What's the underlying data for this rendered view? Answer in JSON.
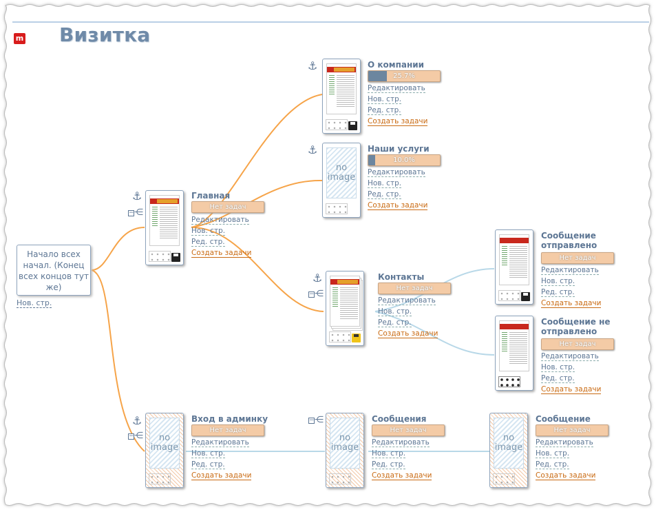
{
  "header": {
    "logo_glyph": "m",
    "title": "Визитка"
  },
  "root": {
    "text": "Начало всех начал. (Конец всех концов тут же)",
    "new_page": "Нов. стр."
  },
  "labels": {
    "edit": "Редактировать",
    "new_page": "Нов. стр.",
    "ed_page": "Ред. стр.",
    "create_tasks": "Создать задачи",
    "no_tasks": "Нет задач",
    "no_image_line1": "no",
    "no_image_line2": "image"
  },
  "nodes": {
    "glavnaya": {
      "title": "Главная",
      "status": "Нет задач"
    },
    "o_kompanii": {
      "title": "О компании",
      "status": "25.7%",
      "progress": 25.7
    },
    "nashi_uslugi": {
      "title": "Наши услуги",
      "status": "10.0%",
      "progress": 10.0
    },
    "kontakty": {
      "title": "Контакты",
      "status": "Нет задач"
    },
    "soobshchenie_otpravleno": {
      "title_line1": "Сообщение",
      "title_line2": "отправлено",
      "status": "Нет задач"
    },
    "soobshchenie_ne_otpravleno": {
      "title_line1": "Сообщение не",
      "title_line2": "отправлено",
      "status": "Нет задач"
    },
    "vhod_v_adminku": {
      "title": "Вход в админку",
      "status": "Нет задач"
    },
    "soobshcheniya": {
      "title": "Сообщения",
      "status": "Нет задач"
    },
    "soobshchenie": {
      "title": "Сообщение",
      "status": "Нет задач"
    }
  },
  "icons": {
    "anchor": "⚓",
    "collapse": "⊟",
    "fan": "⋲"
  },
  "colors": {
    "title": "#6f8aa8",
    "link_orange": "#f6a449",
    "link_blue": "#b8d8e8",
    "pill": "#f4cba6",
    "progress": "#6c869f",
    "task_link": "#c96a12"
  }
}
